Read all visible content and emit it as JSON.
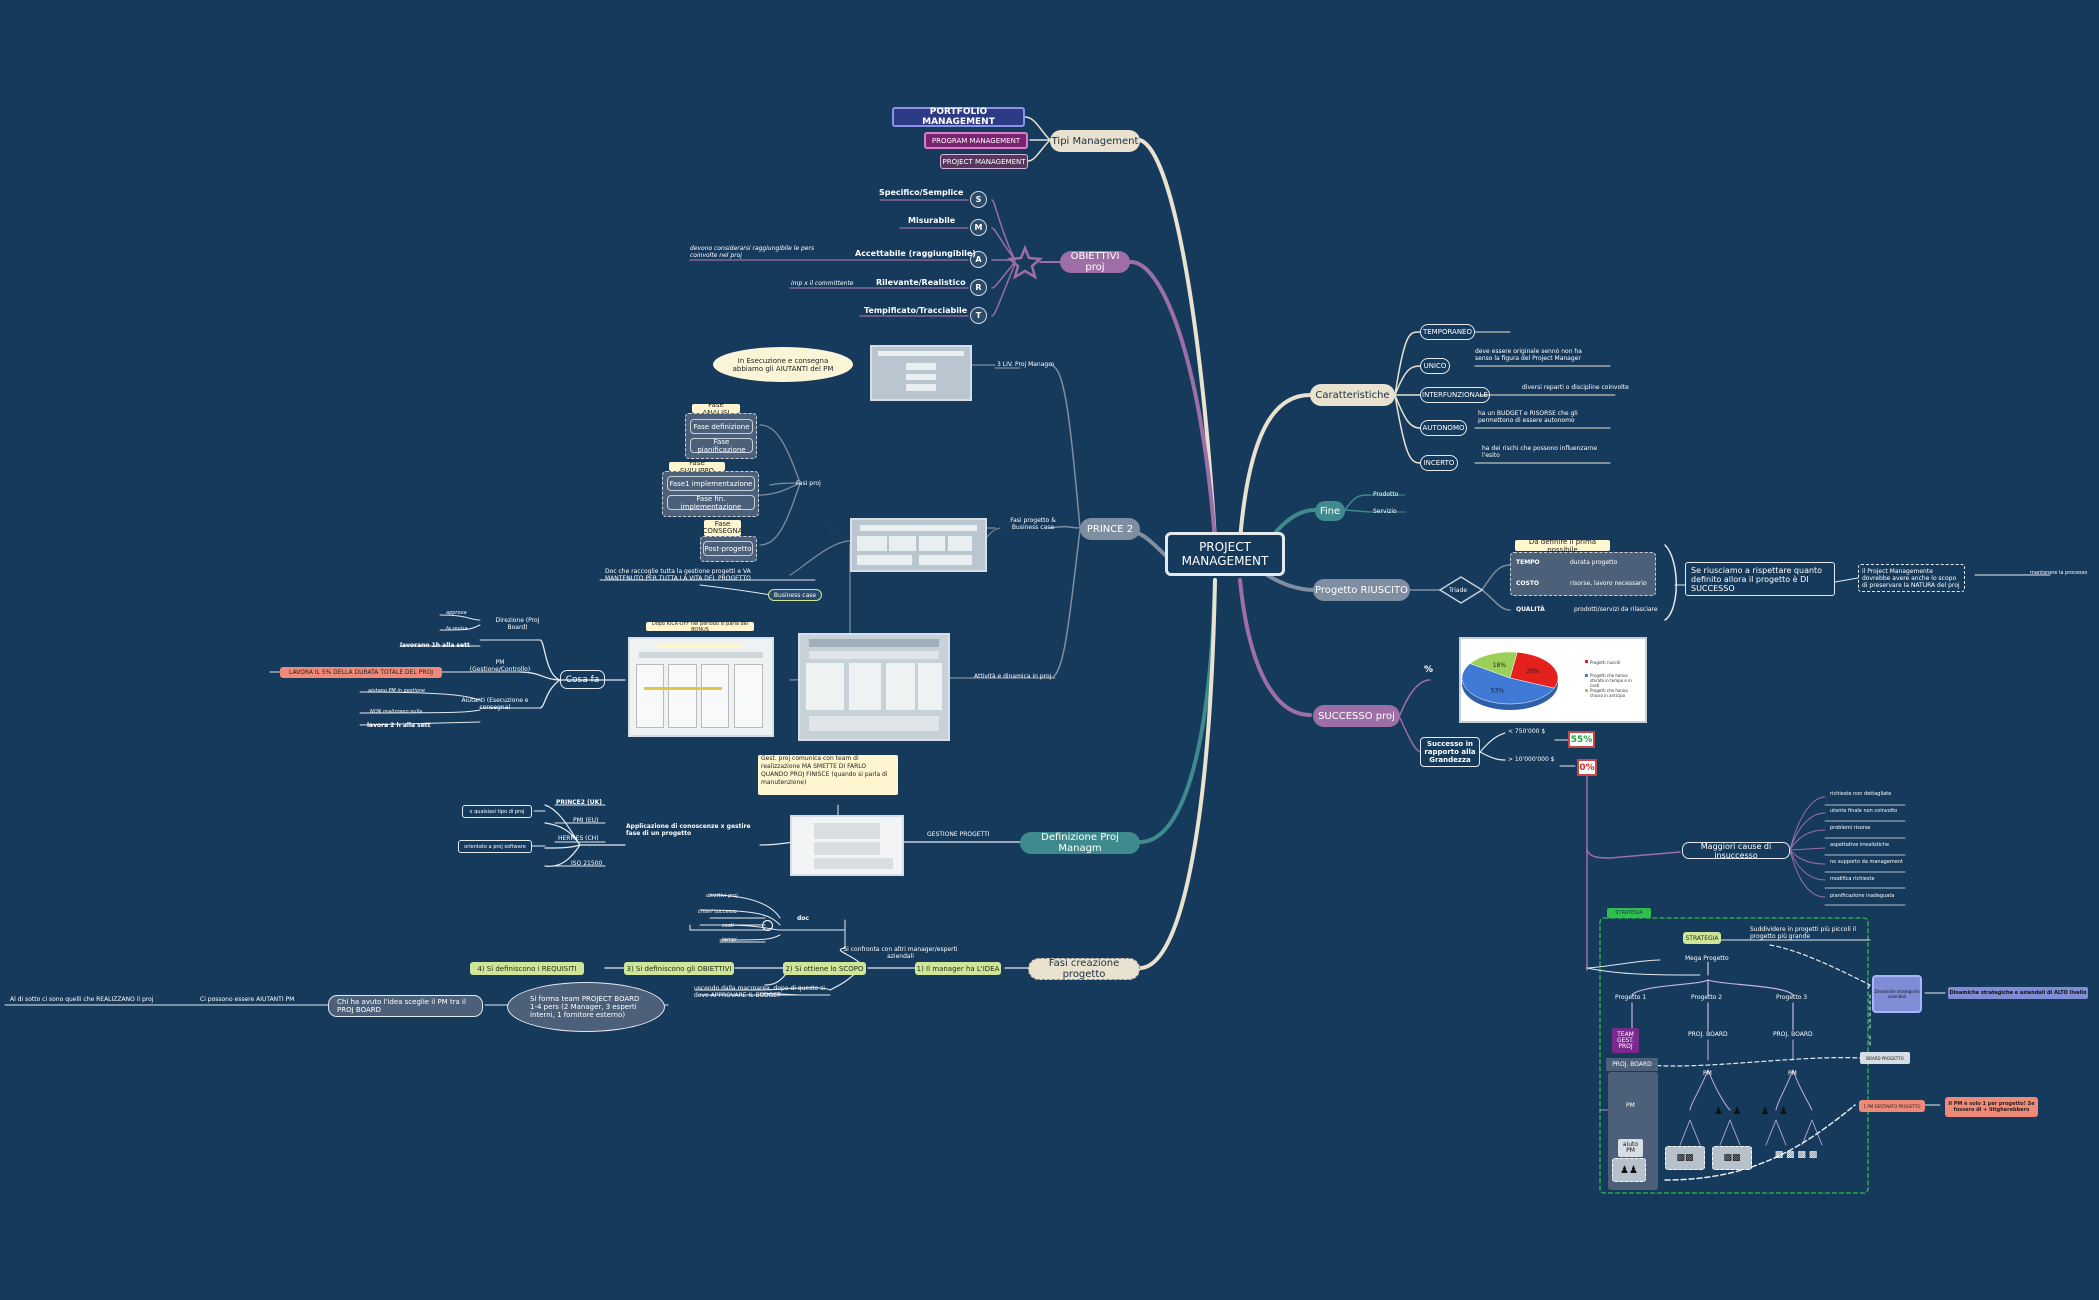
{
  "central": "PROJECT MANAGEMENT",
  "tipi": {
    "title": "Tipi Management",
    "portfolio": "PORTFOLIO MANAGEMENT",
    "program": "PROGRAM MANAGEMENT",
    "project": "PROJECT MANAGEMENT"
  },
  "obiettivi": {
    "title": "OBIETTIVI proj",
    "letters": [
      "S",
      "M",
      "A",
      "R",
      "T"
    ],
    "items": [
      "Specifico/Semplice",
      "Misurabile",
      "Accettabile (raggiungibile)",
      "Rilevante/Realistico",
      "Tempificato/Tracciabile"
    ],
    "note_a": "devono considerarsi raggiungibile le pers coinvolte nel proj",
    "note_r": "imp x il committente"
  },
  "caratteristiche": {
    "title": "Caratteristiche",
    "items": [
      "TEMPORANEO",
      "UNICO",
      "INTERFUNZIONALE",
      "AUTONOMO",
      "INCERTO"
    ],
    "notes": [
      "",
      "deve essere originale sennò non ha senso la figura del Project Manager",
      "diversi reparti o discipline coinvolte",
      "ha un BUDGET e RISORSE che gli permettono di essere autonomo",
      "ha dei rischi che possono influenzarne l'esito"
    ]
  },
  "fine": {
    "title": "Fine",
    "items": [
      "Prodotto",
      "Servizio"
    ]
  },
  "riuscito": {
    "title": "Progetto RIUSCITO",
    "triade": "Triade",
    "header": "Da definire il prima possibile",
    "rows": [
      {
        "k": "TEMPO",
        "v": "durata progetto"
      },
      {
        "k": "COSTO",
        "v": "risorse, lavoro necessario"
      },
      {
        "k": "QUALITÀ",
        "v": "prodotti/servizi da rilasciare"
      }
    ],
    "conclusion": "Se riusciamo a rispettare quanto definito allora il progetto è DI SUCCESSO",
    "nature": "il Project Managemente dovrebbe avere anche lo scopo di preservare la NATURA del proj",
    "far": "mantenere la processo"
  },
  "successo": {
    "title": "SUCCESSO proj",
    "pct": "%",
    "legend": [
      "Progetti riusciti",
      "Progetti che hanno sforato in tempo e in costi",
      "Progetti che hanno chiuso in anticipo"
    ],
    "slices": [
      {
        "label": "29%",
        "value": 29,
        "color": "#e5211d"
      },
      {
        "label": "53%",
        "value": 53,
        "color": "#3f7bd6"
      },
      {
        "label": "18%",
        "value": 18,
        "color": "#9ccf57"
      }
    ],
    "grandezza": "Successo in rapporto alla Grandezza",
    "lt": "< 750'000 $",
    "gt": "> 10'000'000 $",
    "v55": "55%",
    "v0": "0%"
  },
  "insuccesso": {
    "title": "Maggiori cause di insuccesso",
    "items": [
      "richieste non dettagliate",
      "utente finale non coinvolto",
      "problemi risorse",
      "aspettative irrealistiche",
      "no supporto da management",
      "modifica richieste",
      "pianificazione inadeguata"
    ]
  },
  "prince": {
    "title": "PRINCE 2",
    "liv": "3 LIV. Proj Managm",
    "fasi_bc": "Fasi progetto & Business case",
    "attivita": "Attività e dinamica in proj",
    "cloud": "In Esecuzione e consegna abbiamo gli AIUTANTI del PM",
    "fasi_proj": "Fasi proj",
    "analisi": "Fase ANALISI",
    "analisi_items": [
      "Fase definizione",
      "Fase pianificazione"
    ],
    "sviluppo": "Fase SVILUPPO",
    "sviluppo_items": [
      "Fase1 implementazione",
      "Fase fin. implementazione"
    ],
    "consegna": "Fase CONSEGNA",
    "consegna_items": [
      "Post-progetto"
    ],
    "business_case": "Business case",
    "bc_note": "Doc che raccoglie tutta la gestione progetti e VA MANTENUTO PER TUTTA LA VITA DEL PROGETTO",
    "kickoff": "Dopo KICK-OFF nel periodo si parla dei BONUS"
  },
  "cosafa": {
    "title": "Cosa fa",
    "direzione": "Direzione (Proj Board)",
    "dir_notes": [
      "approva",
      "fa revisa"
    ],
    "dir_hours": "lavorano 1h alla sett",
    "pm": "PM (Gestione/Controllo)",
    "pm_note": "LAVORA IL 5% DELLA DURATA TOTALE DEL PROJ",
    "aiutanti": "Aiutanti (Esecuzione e consegna)",
    "aiu_notes": [
      "aiutano PM in gestione",
      "NON realizzano nulla"
    ],
    "aiu_hours": "lavora 2 h alla sett"
  },
  "definizione": {
    "title": "Definizione Proj Managm",
    "gestione": "GESTIONE PROGETTI",
    "applicazione": "Applicazione di conoscenze x gestire fase di un progetto",
    "note": "Gest. proj comunica con team di realizzazione MA SMETTE DI FARLO QUANDO PROJ FINISCE (quando si parla di manutenzione)",
    "standards": [
      "PRINCE2 (UK)",
      "PMI (EU)",
      "HERMES (CH)",
      "ISO 21500"
    ],
    "std_notes": [
      "x qualsiasi tipo di proj",
      "orientato a proj software"
    ]
  },
  "creazione": {
    "title": "Fasi creazione progetto",
    "steps": [
      "1) Il manager ha L'IDEA",
      "2) Si ottiene lo SCOPO",
      "3) Si definiscono gli OBIETTIVI",
      "4) Si definiscono i REQUISITI"
    ],
    "confronta": "Si confronta con altri manager/esperti aziendali",
    "doc": "doc",
    "doc_items": [
      "obiettivi proj",
      "criteri successo",
      "costi",
      "tempi"
    ],
    "uscendo": "uscendo dalla macroarea, dopo di questo si deve APPROVARE IL BUDGET",
    "team": "Si forma team PROJECT BOARD 1-4 pers (2 Manager, 3 esperti interni, 1 fornitore esterno)",
    "chi": "Chi ha avuto l'idea sceglie il PM tra il PROJ BOARD",
    "aiutanti": "Ci possono essere AIUTANTI PM",
    "sotto": "Al di sotto ci sono quelli che REALIZZANO il proj"
  },
  "strategia": {
    "tag": "STRATEGIA",
    "label": "STRATEGIA",
    "sud": "Suddividere in progetti più piccoli il progetto più grande",
    "mega": "Mega Progetto",
    "progetti": [
      "Progetto 1",
      "Progetto 2",
      "Progetto 3"
    ],
    "team": "TEAM GEST. PROJ",
    "board": "PROJ. BOARD",
    "pm": "PM",
    "aiuto": "aiuto PM",
    "dinamiche": "Dinamiche strategiche e aziendali di ALTO livello",
    "dinamiche_left": "Dinamiche strategiche aziendali",
    "board_side": "BOARD PROGETTO",
    "pm_note": "Il PM è solo 1 per progetto! Se fossero di + litigherebbero",
    "pm_side": "1 PM DESTINATO PROGETTO"
  }
}
